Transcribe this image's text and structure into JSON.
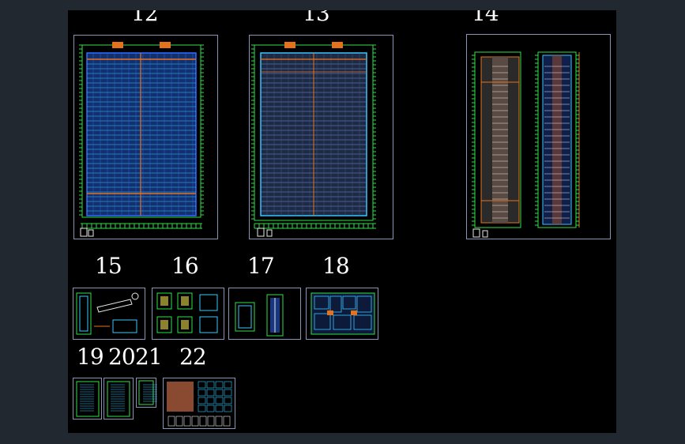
{
  "window": {
    "background": "#212830",
    "canvas_background": "#000000"
  },
  "sheet_numbers": {
    "s12": "12",
    "s13": "13",
    "s14": "14",
    "s15": "15",
    "s16": "16",
    "s17": "17",
    "s18": "18",
    "s19": "19",
    "s20": "20",
    "s21": "21",
    "s22": "22"
  },
  "colors": {
    "frame": "#8a93b8",
    "blue": "#2f6dff",
    "cyan": "#39c6ff",
    "green": "#2fe04a",
    "orange": "#e5731e",
    "white": "#e8e8e8",
    "brown": "#8a4a32"
  }
}
